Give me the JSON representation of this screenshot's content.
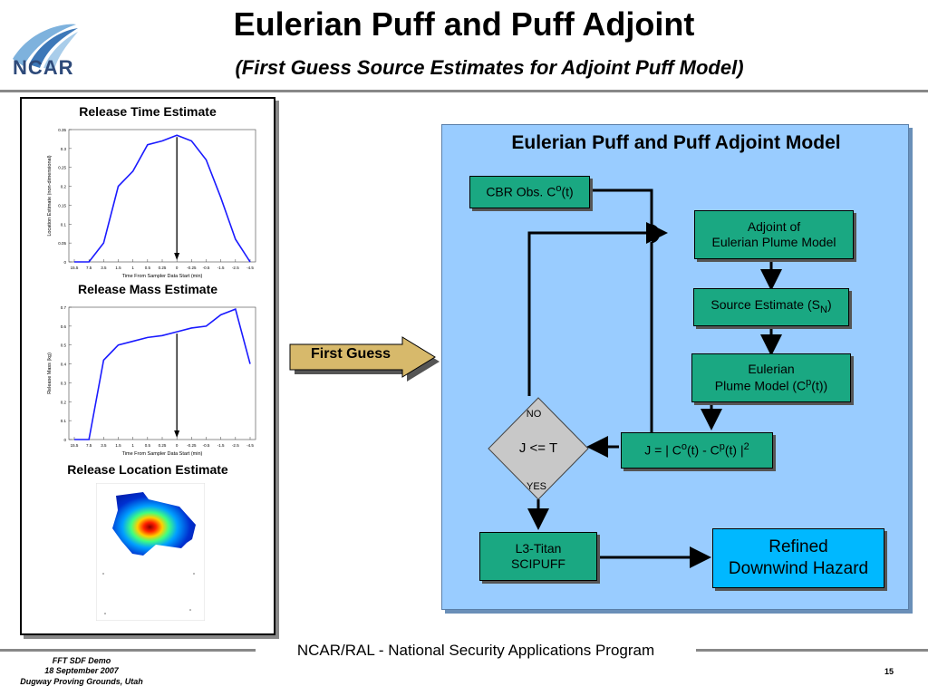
{
  "header": {
    "title": "Eulerian Puff and Puff Adjoint",
    "subtitle": "(First Guess Source Estimates for Adjoint Puff Model)",
    "logo_text": "NCAR"
  },
  "left_panel": {
    "release_time_title": "Release Time Estimate",
    "release_mass_title": "Release Mass Estimate",
    "release_location_title": "Release Location Estimate"
  },
  "first_guess_label": "First Guess",
  "main_panel": {
    "title": "Eulerian Puff and Puff Adjoint Model",
    "cbr_obs": "CBR Obs. C",
    "cbr_obs_sup": "o",
    "cbr_obs_suffix": "(t)",
    "adjoint_line1": "Adjoint of",
    "adjoint_line2": "Eulerian Plume Model",
    "source_estimate": "Source Estimate (S",
    "source_estimate_sub": "N",
    "source_estimate_suffix": ")",
    "eulerian_line1": "Eulerian",
    "eulerian_line2_prefix": "Plume Model (C",
    "eulerian_line2_sup": "p",
    "eulerian_line2_suffix": "(t))",
    "cost_prefix": "J = | C",
    "cost_sup1": "o",
    "cost_mid": "(t) - C",
    "cost_sup2": "p",
    "cost_mid2": "(t) |",
    "cost_sup3": "2",
    "decision": "J <= T",
    "decision_no": "NO",
    "decision_yes": "YES",
    "l3_line1": "L3-Titan",
    "l3_line2": "SCIPUFF",
    "refined_line1": "Refined",
    "refined_line2": "Downwind Hazard"
  },
  "footer": {
    "center": "NCAR/RAL - National Security Applications Program",
    "left_line1": "FFT SDF Demo",
    "left_line2": "18 September 2007",
    "left_line3": "Dugway Proving Grounds, Utah",
    "page_number": "15"
  },
  "charts": {
    "release_time": {
      "ylabel": "Location Estimate (non-dimensional)",
      "xlabel": "Time From Sampler Data Start (min)",
      "xticks": [
        "15.5",
        "7.5",
        "3.5",
        "1.5",
        "1",
        "0.5",
        "0.25",
        "0",
        "-0.25",
        "-0.5",
        "-1.5",
        "-2.5",
        "-4.5"
      ],
      "yticks": [
        "0",
        "0.05",
        "0.1",
        "0.15",
        "0.2",
        "0.25",
        "0.3",
        "0.35"
      ]
    },
    "release_mass": {
      "ylabel": "Release Mass (kg)",
      "xlabel": "Time From Sampler Data Start (min)",
      "xticks": [
        "15.5",
        "7.5",
        "3.5",
        "1.5",
        "1",
        "0.5",
        "0.25",
        "0",
        "-0.25",
        "-0.5",
        "-1.5",
        "-2.5",
        "-4.5"
      ],
      "yticks": [
        "0",
        "0.1",
        "0.2",
        "0.3",
        "0.4",
        "0.5",
        "0.6",
        "0.7"
      ]
    }
  },
  "chart_data": [
    {
      "type": "line",
      "x": [
        "15.5",
        "7.5",
        "3.5",
        "1.5",
        "1",
        "0.5",
        "0.25",
        "0",
        "-0.25",
        "-0.5",
        "-1.5",
        "-2.5",
        "-4.5"
      ],
      "values": [
        0,
        0,
        0.05,
        0.2,
        0.24,
        0.31,
        0.32,
        0.335,
        0.32,
        0.27,
        0.17,
        0.06,
        0
      ],
      "ylim": [
        0,
        0.35
      ]
    },
    {
      "type": "line",
      "x": [
        "15.5",
        "7.5",
        "3.5",
        "1.5",
        "1",
        "0.5",
        "0.25",
        "0",
        "-0.25",
        "-0.5",
        "-1.5",
        "-2.5",
        "-4.5"
      ],
      "values": [
        0,
        0,
        0.42,
        0.5,
        0.52,
        0.54,
        0.55,
        0.57,
        0.59,
        0.6,
        0.66,
        0.69,
        0.4
      ],
      "ylim": [
        0,
        0.7
      ]
    }
  ]
}
